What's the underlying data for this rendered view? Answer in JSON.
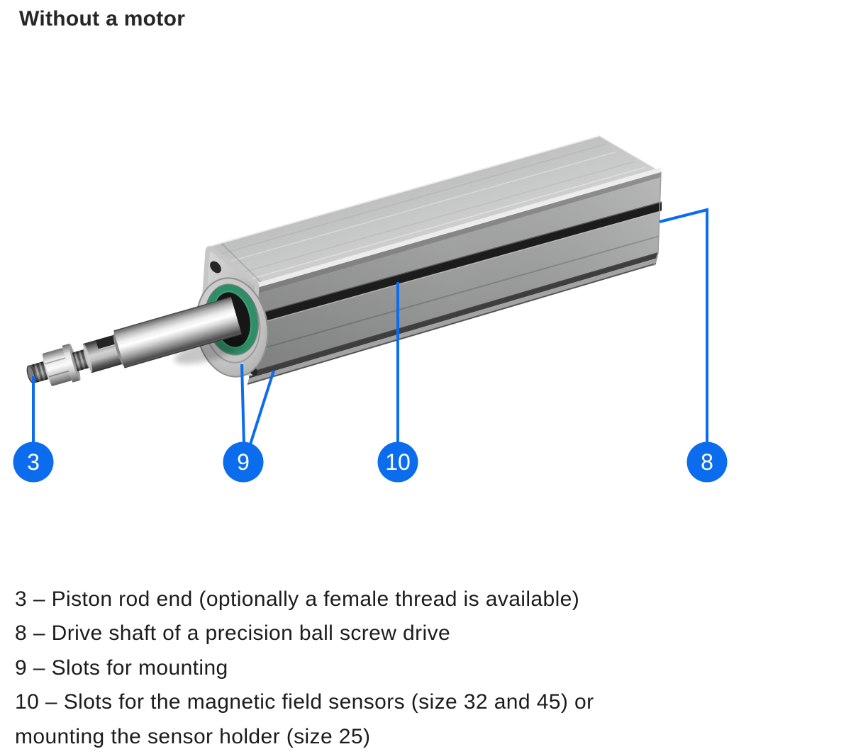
{
  "title": "Without a motor",
  "colors": {
    "accent_blue": "#0b6cee",
    "seal_green": "#2f8e68",
    "body_metal": "#c9c9c9"
  },
  "callouts": {
    "badges": [
      "3",
      "9",
      "10",
      "8"
    ]
  },
  "legend": {
    "lines": [
      "3 – Piston rod end (optionally a female thread is available)",
      "8 – Drive shaft of a precision ball screw drive",
      "9 – Slots for mounting",
      "10 – Slots for the magnetic field sensors (size 32 and 45) or",
      "mounting the sensor holder (size 25)"
    ]
  }
}
